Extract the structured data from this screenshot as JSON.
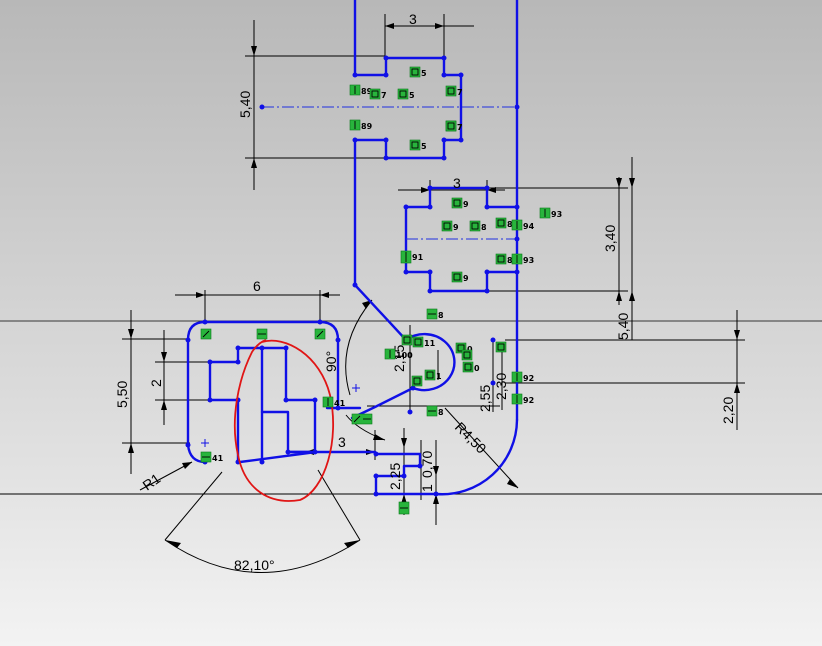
{
  "dimensions": [
    {
      "id": "top-width",
      "text": "3"
    },
    {
      "id": "top-height",
      "text": "5,40"
    },
    {
      "id": "mid-width",
      "text": "3"
    },
    {
      "id": "mid-height-1",
      "text": "3,40"
    },
    {
      "id": "mid-height-2",
      "text": "5,40"
    },
    {
      "id": "left-width",
      "text": "6"
    },
    {
      "id": "left-height",
      "text": "5,50"
    },
    {
      "id": "inner-height",
      "text": "2"
    },
    {
      "id": "angle-90",
      "text": "90°"
    },
    {
      "id": "dim-3b",
      "text": "3"
    },
    {
      "id": "dim-2-15",
      "text": "2,15"
    },
    {
      "id": "dim-2-55",
      "text": "2,55"
    },
    {
      "id": "dim-2-30",
      "text": "2,30"
    },
    {
      "id": "dim-2-20",
      "text": "2,20"
    },
    {
      "id": "radius-r4",
      "text": "R4,50"
    },
    {
      "id": "radius-r1",
      "text": "R1"
    },
    {
      "id": "dim-2-25",
      "text": "2,25"
    },
    {
      "id": "dim-0-70",
      "text": "0,70"
    },
    {
      "id": "dim-1",
      "text": "1"
    },
    {
      "id": "angle-82",
      "text": "82,10°"
    }
  ],
  "relations": [
    {
      "id": "r-5a",
      "label": "5",
      "type": "square"
    },
    {
      "id": "r-7a",
      "label": "7",
      "type": "square"
    },
    {
      "id": "r-89a",
      "label": "89",
      "type": "vertical"
    },
    {
      "id": "r-7b",
      "label": "7",
      "type": "square"
    },
    {
      "id": "r-5b",
      "label": "5",
      "type": "square"
    },
    {
      "id": "r-7c",
      "label": "7",
      "type": "square"
    },
    {
      "id": "r-89b",
      "label": "89",
      "type": "vertical"
    },
    {
      "id": "r-7d",
      "label": "7",
      "type": "square"
    },
    {
      "id": "r-5c",
      "label": "5",
      "type": "square"
    },
    {
      "id": "r-9a",
      "label": "9",
      "type": "square"
    },
    {
      "id": "r-93a",
      "label": "93",
      "type": "vertical"
    },
    {
      "id": "r-9b",
      "label": "9",
      "type": "square"
    },
    {
      "id": "r-8a",
      "label": "8",
      "type": "square"
    },
    {
      "id": "r-8b",
      "label": "8",
      "type": "square"
    },
    {
      "id": "r-94",
      "label": "94",
      "type": "vertical"
    },
    {
      "id": "r-91",
      "label": "91",
      "type": "vertical"
    },
    {
      "id": "r-8c",
      "label": "8",
      "type": "square"
    },
    {
      "id": "r-93b",
      "label": "93",
      "type": "vertical"
    },
    {
      "id": "r-9c",
      "label": "9",
      "type": "square"
    },
    {
      "id": "r-8d",
      "label": "8",
      "type": "horizontal"
    },
    {
      "id": "r-100",
      "label": "100",
      "type": "vertical"
    },
    {
      "id": "r-11",
      "label": "11",
      "type": "square"
    },
    {
      "id": "r-0a",
      "label": "0",
      "type": "square"
    },
    {
      "id": "r-0b",
      "label": "0",
      "type": "square"
    },
    {
      "id": "r-1",
      "label": "1",
      "type": "square"
    },
    {
      "id": "r-92a",
      "label": "92",
      "type": "vertical"
    },
    {
      "id": "r-92b",
      "label": "92",
      "type": "vertical"
    },
    {
      "id": "r-41a",
      "label": "41",
      "type": "vertical"
    },
    {
      "id": "r-41b",
      "label": "41",
      "type": "horizontal"
    },
    {
      "id": "r-8e",
      "label": "8",
      "type": "horizontal"
    }
  ],
  "colors": {
    "background_top": "#b9b9b9",
    "background_bottom": "#f2f2f2",
    "sketch": "#1010e6",
    "relation": "#28b43c",
    "annotation": "#e01515",
    "dimension": "#000000"
  },
  "icons": {
    "square": "square-relation-icon",
    "vertical": "vertical-relation-icon",
    "horizontal": "horizontal-relation-icon"
  }
}
